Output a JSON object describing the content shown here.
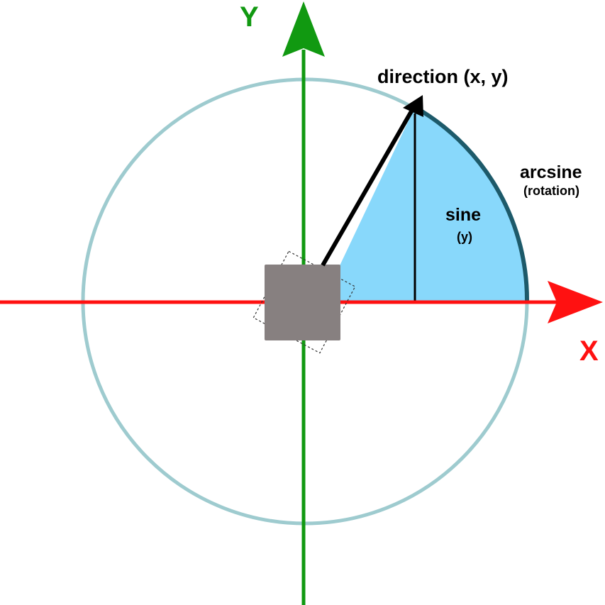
{
  "axes": {
    "x_label": "X",
    "y_label": "Y",
    "x_color": "#ff1111",
    "y_color": "#119911"
  },
  "circle": {
    "stroke_color": "#9ecbcf"
  },
  "labels": {
    "direction": "direction (x, y)",
    "arcsine": "arcsine",
    "arcsine_sub": "(rotation)",
    "sine": "sine",
    "sine_sub": "(y)"
  },
  "colors": {
    "wedge_fill": "#88d8fb",
    "arc_color": "#1d5a6a",
    "vector_color": "#000000",
    "square_fill": "#878080"
  },
  "angle_degrees": 58
}
